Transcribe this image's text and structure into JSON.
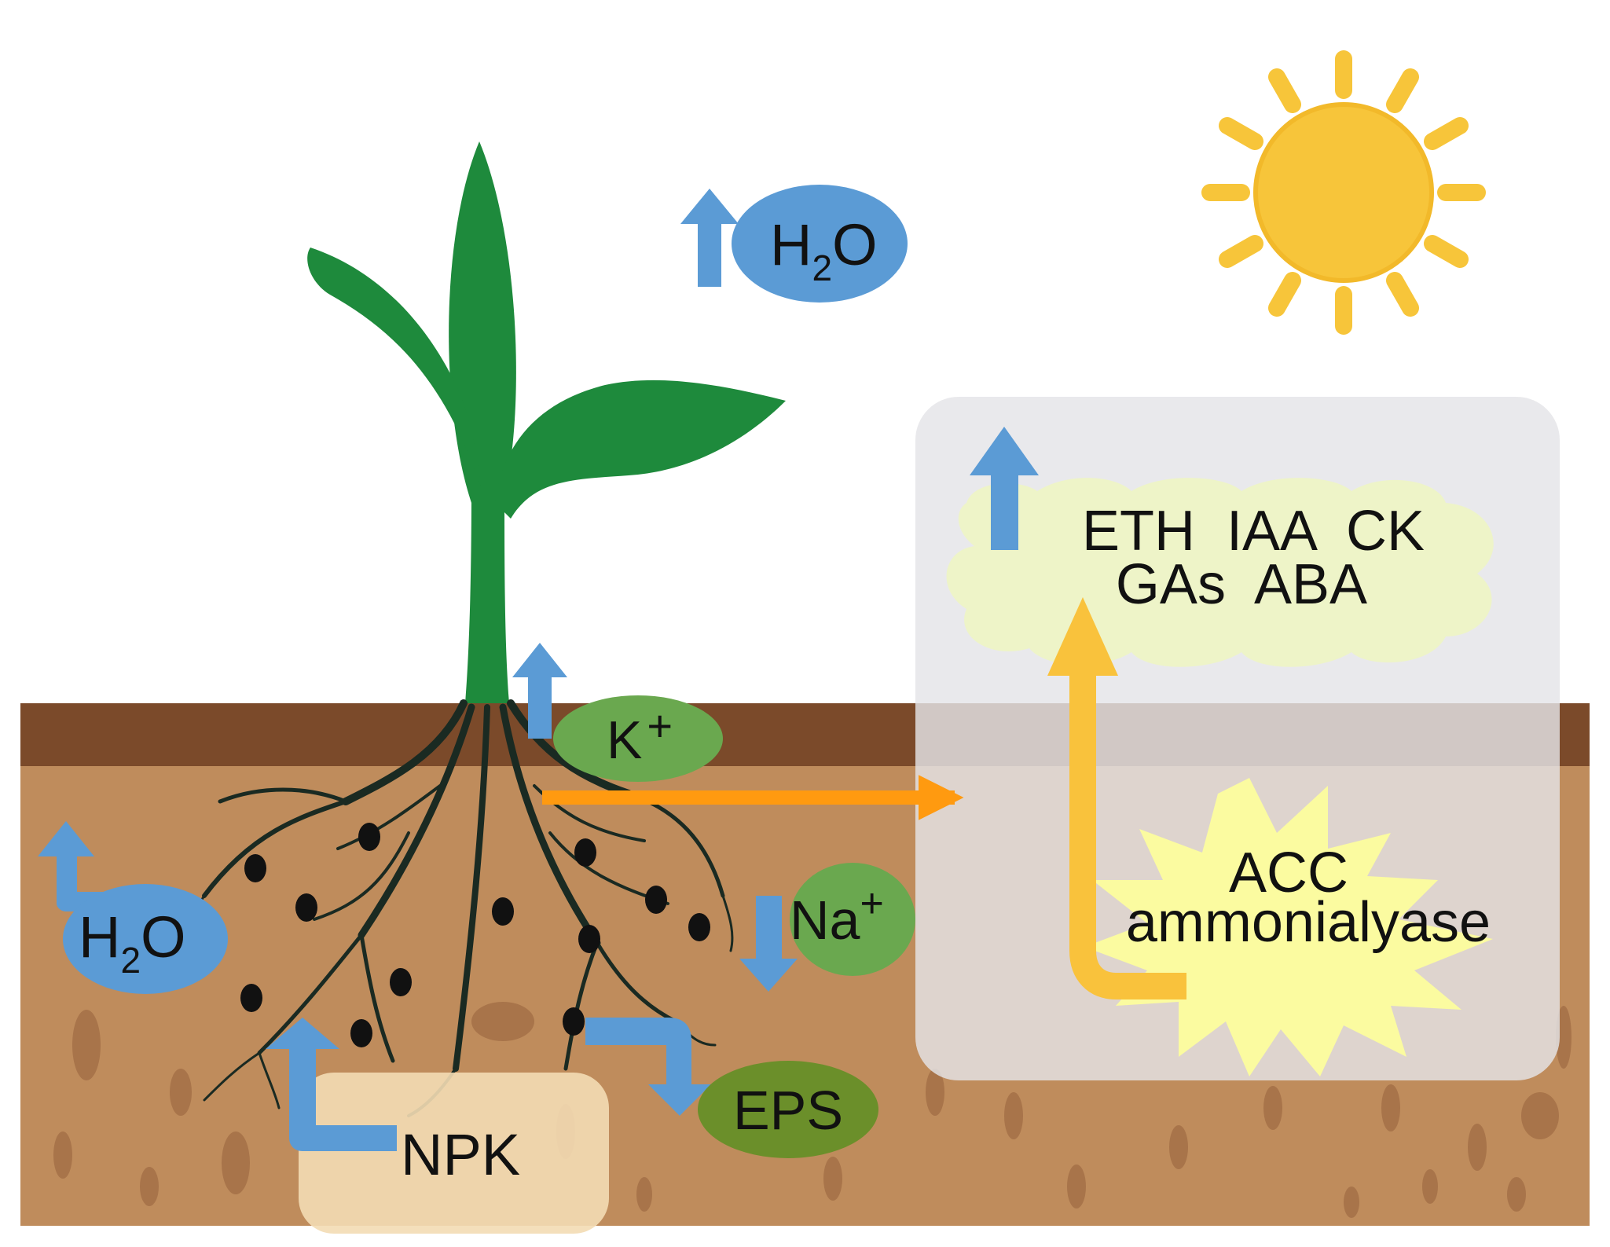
{
  "labels": {
    "water_top": {
      "main": "H",
      "sub": "2",
      "tail": "O"
    },
    "water_left": {
      "main": "H",
      "sub": "2",
      "tail": "O"
    },
    "potassium": {
      "main": "K",
      "sup": "+"
    },
    "sodium": {
      "main": "Na",
      "sup": "+"
    },
    "eps": "EPS",
    "npk": "NPK",
    "hormones_line1": "ETH  IAA  CK",
    "hormones_line2": "GAs  ABA",
    "acc_line1": "ACC",
    "acc_line2": "ammonialyase"
  },
  "colors": {
    "leaf": "#1e8a3c",
    "soil_top": "#7b4a2a",
    "soil_body": "#bf8c5c",
    "soil_spot": "#a8744a",
    "root": "#1a2a22",
    "water_ellipse": "#5b9bd5",
    "arrow_blue": "#5b9bd5",
    "green_ellipse": "#6aa84f",
    "eps_ellipse": "#6b8f2a",
    "npk_box": "#f3dcb4",
    "panel": "#e4e4e8",
    "cloud": "#eef4c8",
    "arrow_orange": "#ff9a10",
    "arrow_yellow": "#f9c23c",
    "burst": "#fbfba0",
    "sun": "#f7c53a"
  }
}
